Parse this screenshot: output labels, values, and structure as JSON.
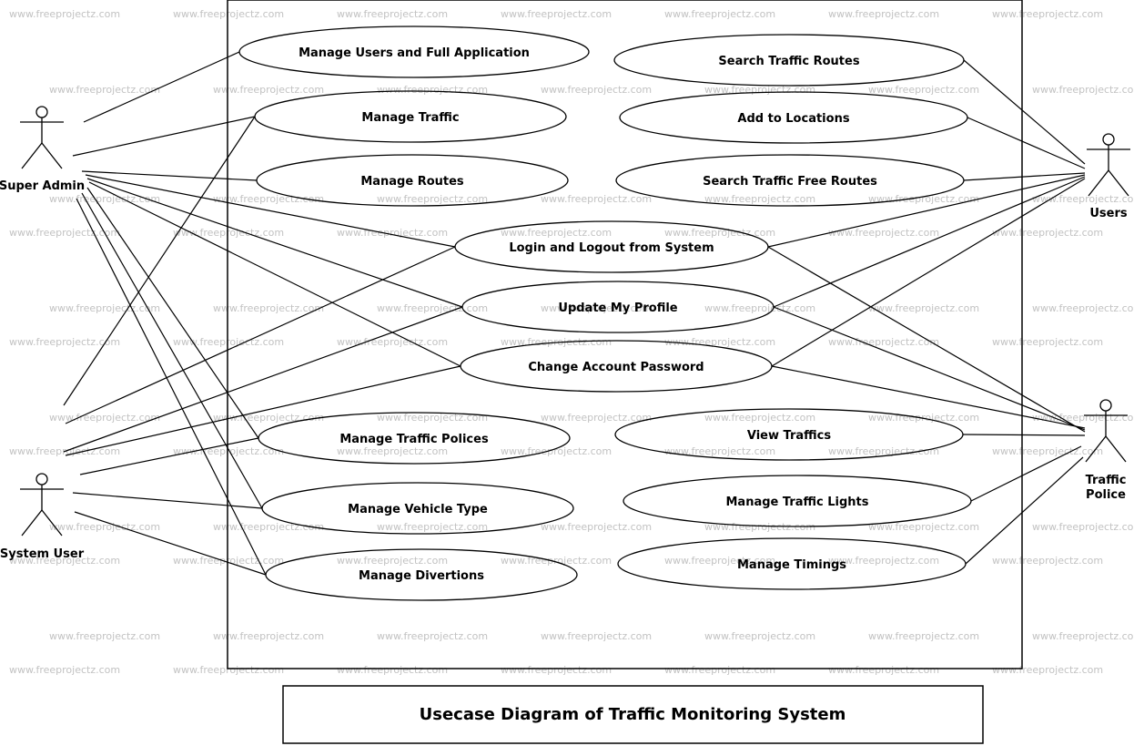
{
  "diagram": {
    "title": "Usecase Diagram of Traffic Monitoring System",
    "watermark": "www.freeprojectz.com",
    "colors": {
      "stroke": "#000000",
      "background": "#ffffff",
      "watermark": "#c2c2c2"
    },
    "actors": [
      {
        "id": "super-admin",
        "label": "Super Admin"
      },
      {
        "id": "system-user",
        "label": "System User"
      },
      {
        "id": "users",
        "label": "Users"
      },
      {
        "id": "traffic-police",
        "label": "Traffic Police"
      }
    ],
    "usecases": [
      {
        "id": "manage-users",
        "label": "Manage Users and Full Application"
      },
      {
        "id": "manage-traffic",
        "label": "Manage Traffic"
      },
      {
        "id": "manage-routes",
        "label": "Manage Routes"
      },
      {
        "id": "search-routes",
        "label": "Search Traffic Routes"
      },
      {
        "id": "add-locations",
        "label": "Add to Locations"
      },
      {
        "id": "search-free",
        "label": "Search Traffic Free Routes"
      },
      {
        "id": "login",
        "label": "Login and Logout from System"
      },
      {
        "id": "update-profile",
        "label": "Update My Profile"
      },
      {
        "id": "change-password",
        "label": "Change Account Password"
      },
      {
        "id": "manage-polices",
        "label": "Manage Traffic Polices"
      },
      {
        "id": "view-traffics",
        "label": "View Traffics"
      },
      {
        "id": "manage-vehicle",
        "label": "Manage Vehicle Type"
      },
      {
        "id": "manage-lights",
        "label": "Manage Traffic Lights"
      },
      {
        "id": "manage-divertions",
        "label": "Manage Divertions"
      },
      {
        "id": "manage-timings",
        "label": "Manage Timings"
      }
    ],
    "associations": [
      [
        "super-admin",
        "manage-users"
      ],
      [
        "super-admin",
        "manage-traffic"
      ],
      [
        "super-admin",
        "manage-routes"
      ],
      [
        "super-admin",
        "login"
      ],
      [
        "super-admin",
        "update-profile"
      ],
      [
        "super-admin",
        "change-password"
      ],
      [
        "super-admin",
        "manage-polices"
      ],
      [
        "super-admin",
        "manage-vehicle"
      ],
      [
        "super-admin",
        "manage-divertions"
      ],
      [
        "system-user",
        "manage-traffic"
      ],
      [
        "system-user",
        "login"
      ],
      [
        "system-user",
        "update-profile"
      ],
      [
        "system-user",
        "change-password"
      ],
      [
        "system-user",
        "manage-polices"
      ],
      [
        "system-user",
        "manage-vehicle"
      ],
      [
        "system-user",
        "manage-divertions"
      ],
      [
        "users",
        "search-routes"
      ],
      [
        "users",
        "add-locations"
      ],
      [
        "users",
        "search-free"
      ],
      [
        "users",
        "login"
      ],
      [
        "users",
        "update-profile"
      ],
      [
        "users",
        "change-password"
      ],
      [
        "traffic-police",
        "login"
      ],
      [
        "traffic-police",
        "update-profile"
      ],
      [
        "traffic-police",
        "change-password"
      ],
      [
        "traffic-police",
        "view-traffics"
      ],
      [
        "traffic-police",
        "manage-lights"
      ],
      [
        "traffic-police",
        "manage-timings"
      ]
    ]
  }
}
